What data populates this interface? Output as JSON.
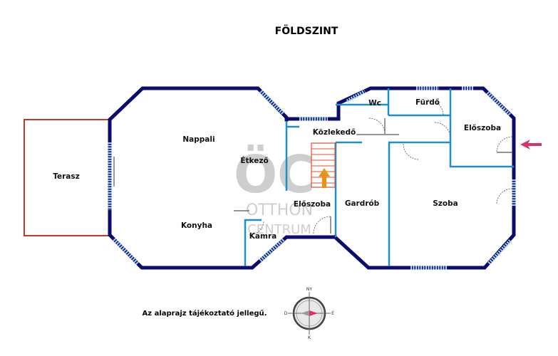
{
  "plan": {
    "title": "FÖLDSZINT",
    "note": "Az alaprajz tájékoztató jellegű.",
    "rooms": {
      "terasz": "Terasz",
      "nappali": "Nappali",
      "etkezo": "Étkező",
      "konyha": "Konyha",
      "kamra": "Kamra",
      "eloszoba_left": "Előszoba",
      "kozlekedo": "Közlekedő",
      "wc": "Wc",
      "furdo": "Fürdő",
      "eloszoba_right": "Előszoba",
      "gardrob": "Gardrób",
      "szoba": "Szoba"
    },
    "watermark": {
      "logo": "ÖC",
      "line1": "OTTHON",
      "line2": "CENTRUM"
    },
    "compass": {
      "north": "NY",
      "east": "É",
      "south": "K",
      "west": "D"
    },
    "colors": {
      "outer_wall": "#0c0c6e",
      "inner_wall": "#1e90c8",
      "terrace": "#c0392b",
      "window": "#9fd0ea",
      "entrance_arrow": "#d6336c",
      "stairs": "#e05030",
      "stair_arrow": "#e8921a"
    }
  }
}
